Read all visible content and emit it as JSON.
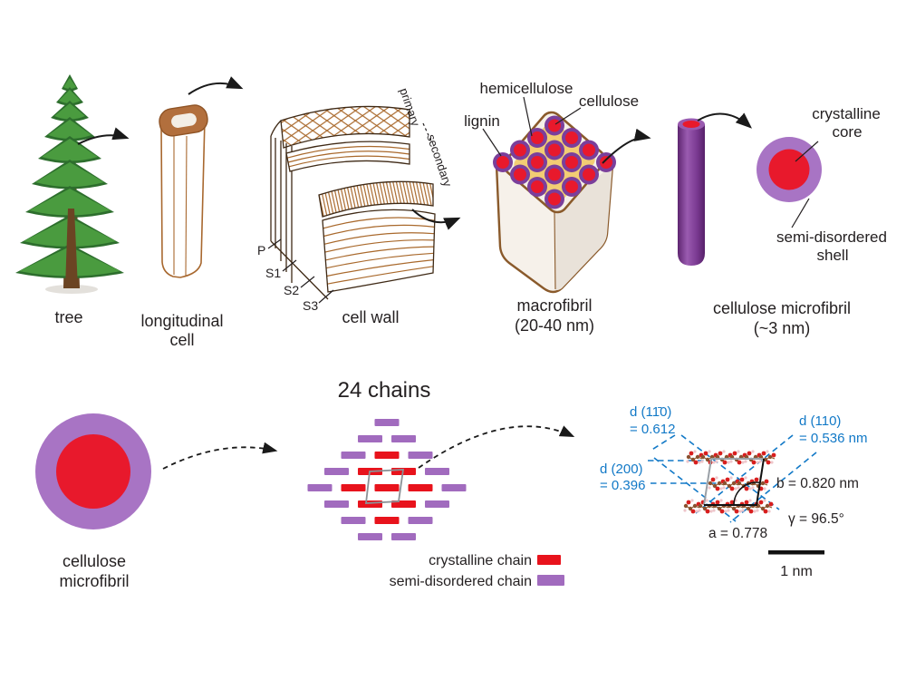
{
  "colors": {
    "red": "#e8192c",
    "purple_shell": "#a874c4",
    "purple_ring": "#7a3f9b",
    "chain_red": "#e8131c",
    "chain_purple": "#a16bbe",
    "brown": "#8a5a2b",
    "hatch_brown": "#a9692c",
    "yellow_face": "#f2cd74",
    "blue": "#1279c7",
    "tree_green": "#4a9b3f",
    "tree_green_dark": "#2d6e2d",
    "trunk_brown": "#6b4423"
  },
  "top_row": {
    "tree": {
      "caption": "tree"
    },
    "longitudinal_cell": {
      "caption_line1": "longitudinal",
      "caption_line2": "cell"
    },
    "cell_wall": {
      "caption": "cell wall",
      "layer_p": "P",
      "layer_s1": "S1",
      "layer_s2": "S2",
      "layer_s3": "S3",
      "primary": "primary",
      "secondary": "secondary"
    },
    "macrofibril": {
      "caption_line1": "macrofibril",
      "caption_line2": "(20-40 nm)",
      "label_lignin": "lignin",
      "label_hemicellulose": "hemicellulose",
      "label_cellulose": "cellulose"
    },
    "microfibril": {
      "caption_line1": "cellulose microfibril",
      "caption_line2": "(~3 nm)",
      "core_label_line1": "crystalline",
      "core_label_line2": "core",
      "shell_label_line1": "semi-disordered",
      "shell_label_line2": "shell"
    }
  },
  "bottom_row": {
    "microfibril": {
      "caption_line1": "cellulose",
      "caption_line2": "microfibril"
    },
    "chain_cluster": {
      "title": "24 chains",
      "rows": [
        [
          "semi"
        ],
        [
          "semi",
          "semi"
        ],
        [
          "semi",
          "cryst",
          "semi"
        ],
        [
          "semi",
          "cryst",
          "cryst",
          "semi"
        ],
        [
          "semi",
          "cryst",
          "cryst",
          "cryst",
          "semi"
        ],
        [
          "semi",
          "cryst",
          "cryst",
          "semi"
        ],
        [
          "semi",
          "cryst",
          "semi"
        ],
        [
          "semi",
          "semi"
        ]
      ],
      "legend": [
        {
          "label": "crystalline chain"
        },
        {
          "label": "semi-disordered chain"
        }
      ]
    },
    "crystal": {
      "d110bar_line1": "d (11̄0)",
      "d110bar_line2": "= 0.612",
      "d110_line1": "d (110)",
      "d110_line2": "= 0.536 nm",
      "d200_line1": "d (200)",
      "d200_line2": "= 0.396",
      "b_label": "b = 0.820 nm",
      "gamma_label": "γ = 96.5°",
      "a_label": "a = 0.778",
      "scalebar_label": "1 nm"
    }
  }
}
